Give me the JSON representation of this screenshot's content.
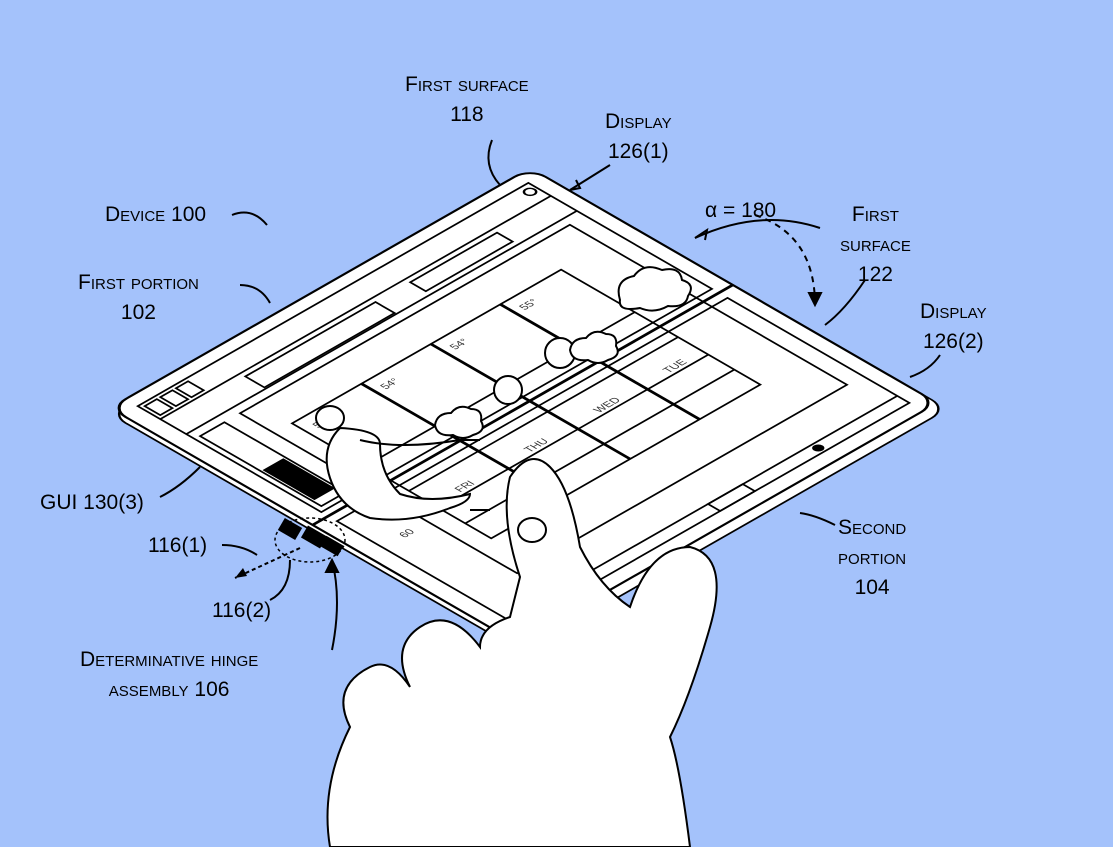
{
  "figure": {
    "labels": {
      "first_surface_118": [
        "First surface",
        "118"
      ],
      "display_126_1": [
        "Display",
        "126(1)"
      ],
      "device": "Device 100",
      "alpha": "α = 180",
      "first_surface_122": [
        "First",
        "surface",
        "122"
      ],
      "display_126_2": [
        "Display",
        "126(2)"
      ],
      "first_portion": [
        "First portion",
        "102"
      ],
      "gui": "GUI 130(3)",
      "hinge_116_1": "116(1)",
      "hinge_116_2": "116(2)",
      "hinge_assembly": [
        "Determinative hinge",
        "assembly 106"
      ],
      "second_portion": [
        "Second",
        "portion",
        "104"
      ]
    },
    "weather_days": [
      "FRI",
      "THU",
      "WED",
      "TUE"
    ],
    "temps": [
      "50°",
      "54°",
      "54°",
      "55°"
    ],
    "left_temp": "60"
  },
  "colors": {
    "background": "#a4c2fb",
    "ink": "#000000",
    "device": "#ffffff"
  }
}
